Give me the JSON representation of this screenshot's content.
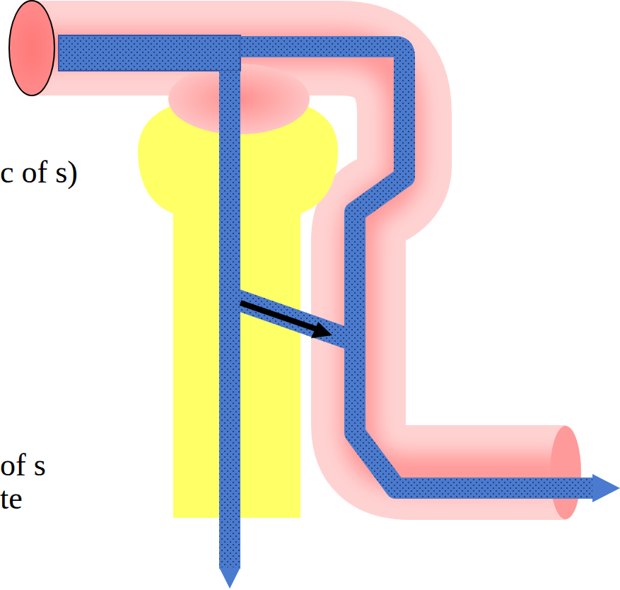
{
  "diagram": {
    "labels": [
      "c of s)",
      "of s",
      "te"
    ]
  }
}
